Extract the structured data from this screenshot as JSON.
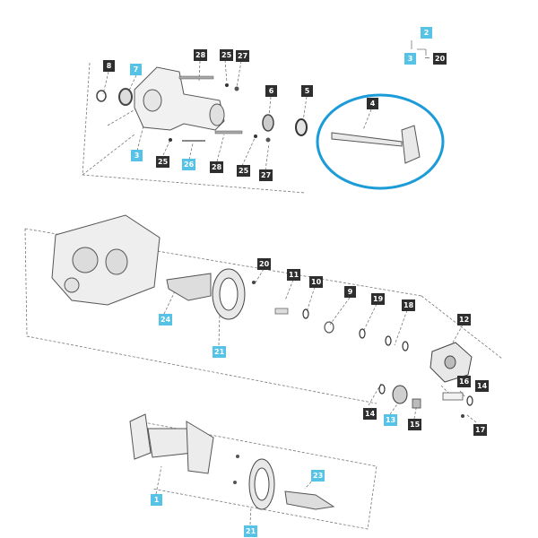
{
  "colors": {
    "dark_label": "#2e2e2e",
    "blue_label": "#56c3e6",
    "highlight_ring": "#1b9bd7",
    "line": "#777777"
  },
  "labels": {
    "l2_top": "2",
    "l3_right": "3",
    "l20_right": "20",
    "l8": "8",
    "l7": "7",
    "l28a": "28",
    "l25a": "25",
    "l27a": "27",
    "l6": "6",
    "l5": "5",
    "l4": "4",
    "l3_housing": "3",
    "l25b": "25",
    "l26": "26",
    "l28b": "28",
    "l25c": "25",
    "l27b": "27",
    "l20_mid": "20",
    "l11": "11",
    "l10": "10",
    "l9": "9",
    "l19": "19",
    "l18": "18",
    "l24": "24",
    "l21_mid": "21",
    "l12": "12",
    "l16": "16",
    "l14a": "14",
    "l14b": "14",
    "l13": "13",
    "l15": "15",
    "l17": "17",
    "l1": "1",
    "l23": "23",
    "l21_bottom": "21"
  },
  "separator": "~"
}
